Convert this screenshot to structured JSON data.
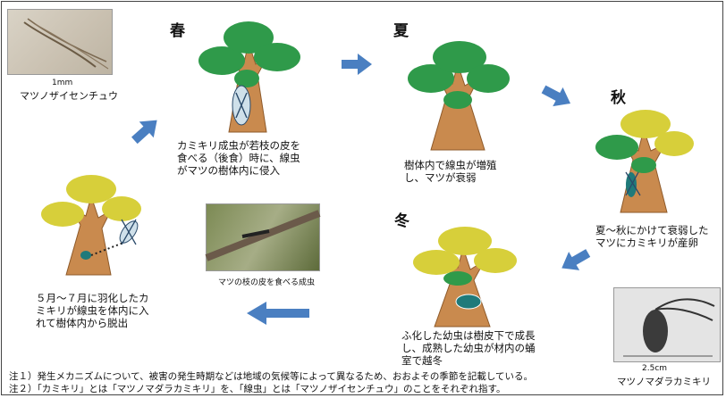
{
  "seasons": {
    "spring": "春",
    "summer": "夏",
    "autumn": "秋",
    "winter": "冬"
  },
  "photos": {
    "nematode": {
      "scale": "1mm",
      "label": "マツノザイセンチュウ"
    },
    "feeding": {
      "label": "マツの枝の皮を食べる成虫"
    },
    "beetle": {
      "scale": "2.5cm",
      "label": "マツノマダラカミキリ"
    }
  },
  "captions": {
    "spring": [
      "カミキリ成虫が若枝の皮を",
      "食べる（後食）時に、線虫",
      "がマツの樹体内に侵入"
    ],
    "summer": [
      "樹体内で線虫が増殖",
      "し、マツが衰弱"
    ],
    "autumn": [
      "夏～秋にかけて衰弱した",
      "マツにカミキリが産卵"
    ],
    "winter": [
      "ふ化した幼虫は樹皮下で成長",
      "し、成熟した幼虫が材内の蛹",
      "室で越冬"
    ],
    "emerge": [
      "５月～７月に羽化したカ",
      "ミキリが線虫を体内に入",
      "れて樹体内から脱出"
    ]
  },
  "notes": [
    "注１）発生メカニズムについて、被害の発生時期などは地域の気候等によって異なるため、おおよその季節を記載している。",
    "注２）「カミキリ」とは「マツノマダラカミキリ」を、「線虫」とは「マツノザイセンチュウ」のことをそれぞれ指す。"
  ],
  "colors": {
    "arrow": "#4a7fc1",
    "trunk": "#c98a4e",
    "trunkDark": "#8e5a2a",
    "green": "#2f9a4a",
    "yellow": "#d7cf3a"
  }
}
